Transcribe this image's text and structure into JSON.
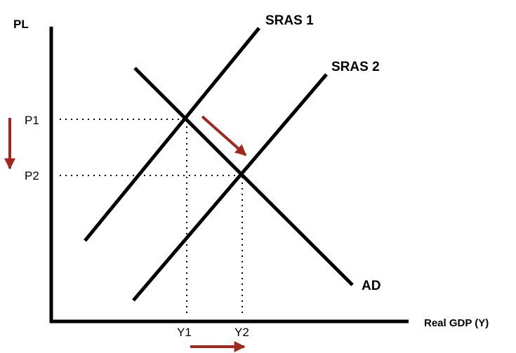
{
  "diagram": {
    "y_axis_label": "PL",
    "x_axis_label": "Real GDP (Y)",
    "curves": {
      "sras1": "SRAS 1",
      "sras2": "SRAS 2",
      "ad": "AD"
    },
    "price_levels": {
      "p1": "P1",
      "p2": "P2"
    },
    "outputs": {
      "y1": "Y1",
      "y2": "Y2"
    },
    "colors": {
      "curves": "#000000",
      "arrows": "#a0281e",
      "guides": "#000000"
    }
  }
}
